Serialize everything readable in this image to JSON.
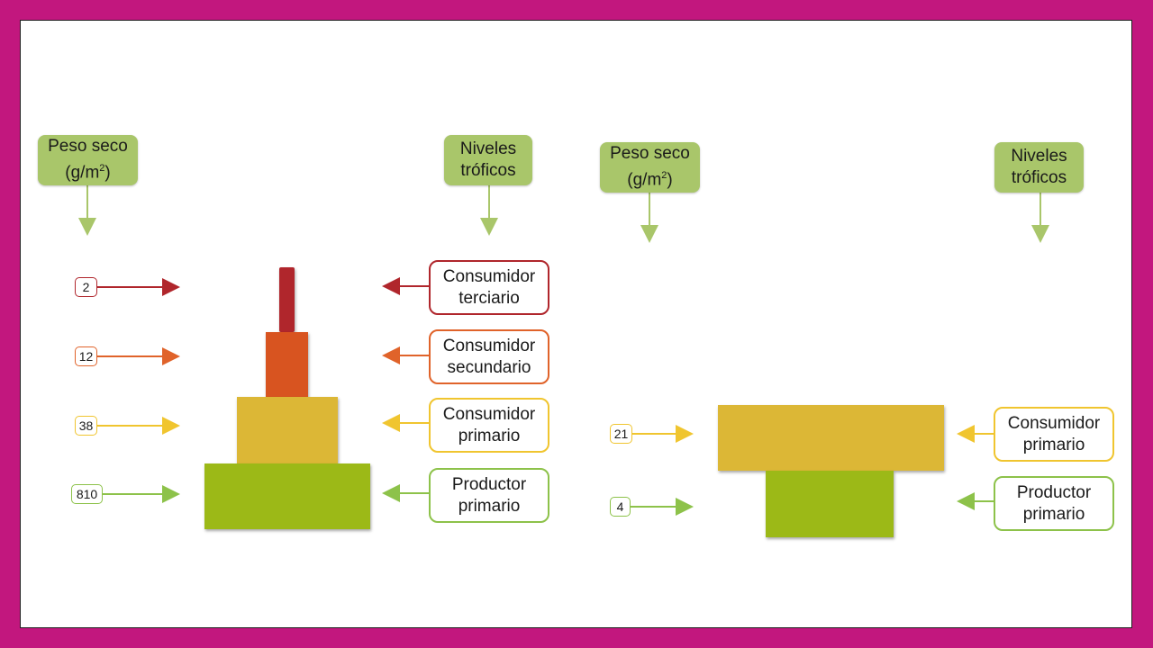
{
  "colors": {
    "frame": "#c2177e",
    "header_bg": "#a9c66a",
    "tertiary": "#b0262c",
    "secondary": "#d85420",
    "primary_consumer": "#dcb736",
    "producer": "#9cb917",
    "header_arrow": "#a9c66a",
    "producer_arrow": "#8dc24a",
    "primary_arrow": "#f0c52f"
  },
  "left_pyramid": {
    "header_weight": {
      "line1": "Peso seco",
      "line2": "(g/m",
      "sup": "2",
      "line2_end": ")"
    },
    "header_levels": {
      "line1": "Niveles",
      "line2": "tróficos"
    },
    "levels": [
      {
        "value": "2",
        "label1": "Consumidor",
        "label2": "terciario"
      },
      {
        "value": "12",
        "label1": "Consumidor",
        "label2": "secundario"
      },
      {
        "value": "38",
        "label1": "Consumidor",
        "label2": "primario"
      },
      {
        "value": "810",
        "label1": "Productor",
        "label2": "primario"
      }
    ]
  },
  "right_pyramid": {
    "header_weight": {
      "line1": "Peso seco",
      "line2": "(g/m",
      "sup": "2",
      "line2_end": ")"
    },
    "header_levels": {
      "line1": "Niveles",
      "line2": "tróficos"
    },
    "levels": [
      {
        "value": "21",
        "label1": "Consumidor",
        "label2": "primario"
      },
      {
        "value": "4",
        "label1": "Productor",
        "label2": "primario"
      }
    ]
  }
}
